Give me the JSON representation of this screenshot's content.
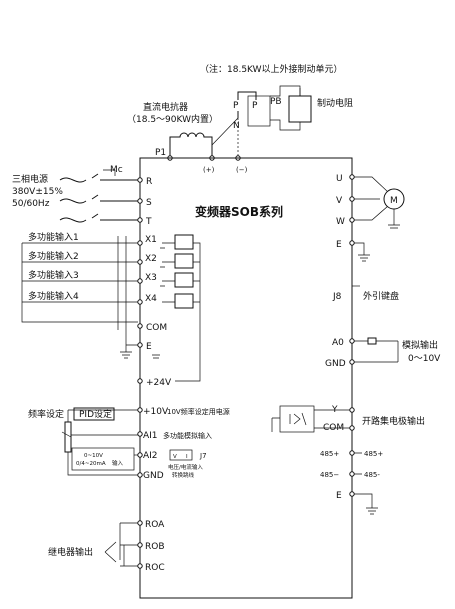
{
  "note": "（注：18.5KW以上外接制动单元）",
  "dc_reactor": {
    "title": "直流电抗器",
    "subtitle": "（18.5～90KW内置）"
  },
  "brake_resistor": "制动电阻",
  "brake_terminals": {
    "p": "P",
    "n": "N",
    "p2": "P",
    "pb": "PB"
  },
  "p1": "P1",
  "plus": "(+)",
  "minus": "(−)",
  "power": {
    "line1": "三相电源",
    "line2": "380V±15%",
    "line3": "50/60Hz",
    "mc": "Mc"
  },
  "inverter_title": "变频器SOB系列",
  "left_terminals": {
    "r": "R",
    "s": "S",
    "t": "T",
    "x1": "X1",
    "x2": "X2",
    "x3": "X3",
    "x4": "X4",
    "com": "COM",
    "e": "E",
    "p24": "+24V",
    "p10": "+10V",
    "ai1": "AI1",
    "ai2": "AI2",
    "gnd": "GND"
  },
  "multi_inputs": [
    "多功能输入1",
    "多功能输入2",
    "多功能输入3",
    "多功能输入4"
  ],
  "right_terminals": {
    "u": "U",
    "v": "V",
    "w": "W",
    "e": "E",
    "j8": "J8",
    "a0": "A0",
    "gnd": "GND",
    "y": "Y",
    "com": "COM",
    "rs485p": "485+",
    "rs485n": "485−",
    "e2": "E"
  },
  "motor": "M",
  "external_keypad": "外引键盘",
  "analog_out": {
    "line1": "模拟输出",
    "line2": "0～10V"
  },
  "open_collector": "开路集电极输出",
  "rs485_labels": {
    "p": "485+",
    "n": "485-"
  },
  "freq_setting": {
    "a": "频率设定",
    "b": "PID设定"
  },
  "p10_desc": "10V频率设定用电源",
  "ai1_desc": "多功能模拟输入",
  "ai2_range": {
    "a": "0~10V",
    "b": "0/4~20mA",
    "c": "输入"
  },
  "j7": {
    "label": "J7",
    "vi": "V",
    "ii": "I",
    "desc1": "电压/电流输入",
    "desc2": "转换跳线"
  },
  "relay": {
    "roa": "ROA",
    "rob": "ROB",
    "roc": "ROC",
    "label": "继电器输出"
  }
}
